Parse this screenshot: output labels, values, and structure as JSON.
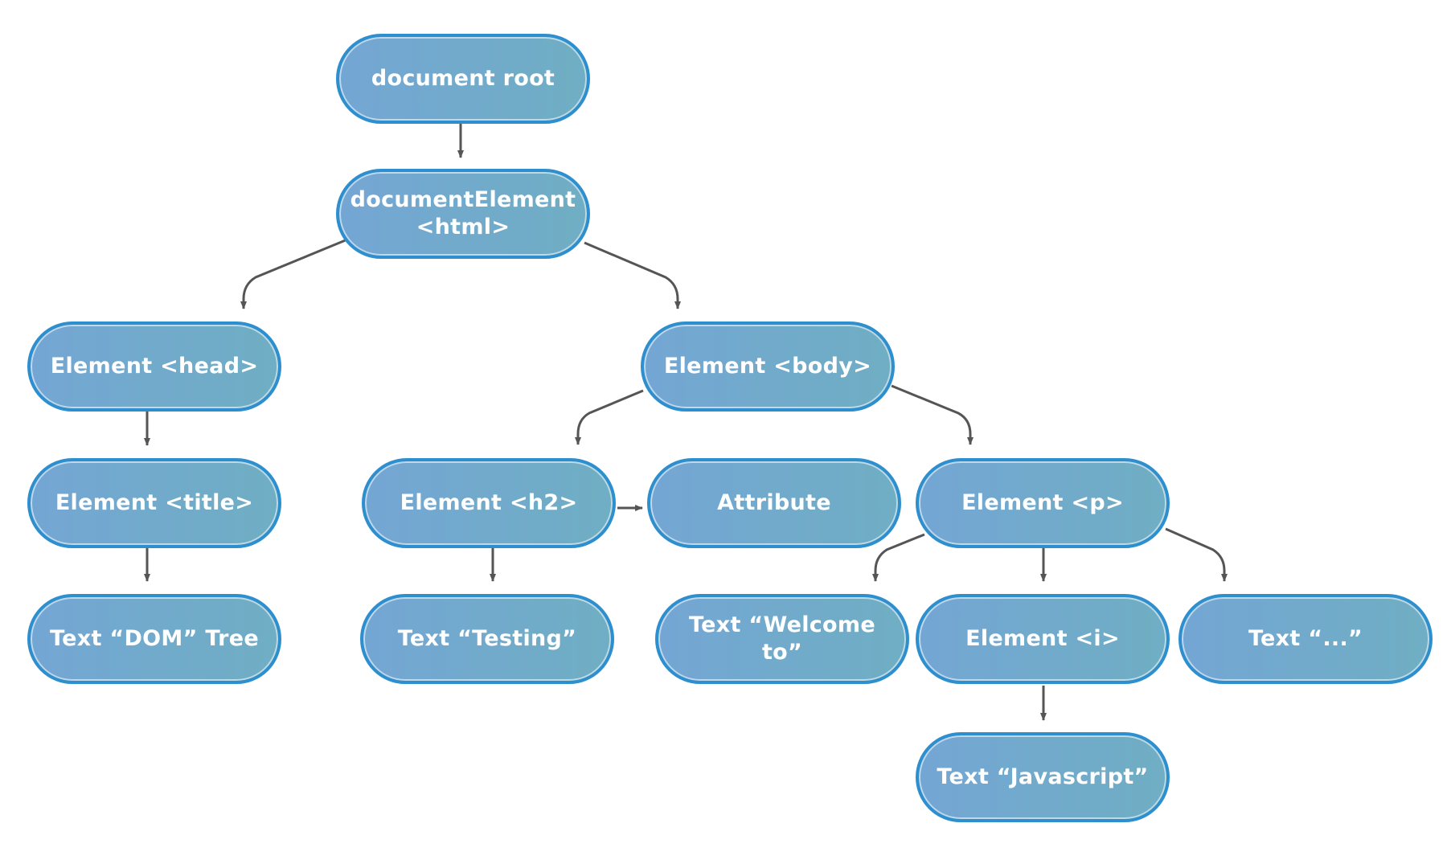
{
  "diagram": {
    "nodes": {
      "document_root": {
        "label": "document root"
      },
      "document_element": {
        "label_line1": "documentElement",
        "label_line2": "<html>"
      },
      "head": {
        "label": "Element <head>"
      },
      "body": {
        "label": "Element <body>"
      },
      "title": {
        "label": "Element <title>"
      },
      "h2": {
        "label": "Element <h2>"
      },
      "attribute": {
        "label": "Attribute"
      },
      "p": {
        "label": "Element <p>"
      },
      "text_dom_tree": {
        "label": "Text “DOM” Tree"
      },
      "text_testing": {
        "label": "Text “Testing”"
      },
      "text_welcome": {
        "label": "Text “Welcome to”"
      },
      "i": {
        "label": "Element <i>"
      },
      "text_ellipsis": {
        "label": "Text “...”"
      },
      "text_javascript": {
        "label": "Text “Javascript”"
      }
    },
    "edges": [
      {
        "from": "document_root",
        "to": "document_element"
      },
      {
        "from": "document_element",
        "to": "head"
      },
      {
        "from": "document_element",
        "to": "body"
      },
      {
        "from": "head",
        "to": "title"
      },
      {
        "from": "title",
        "to": "text_dom_tree"
      },
      {
        "from": "body",
        "to": "h2"
      },
      {
        "from": "body",
        "to": "p"
      },
      {
        "from": "h2",
        "to": "attribute"
      },
      {
        "from": "h2",
        "to": "text_testing"
      },
      {
        "from": "p",
        "to": "text_welcome"
      },
      {
        "from": "p",
        "to": "i"
      },
      {
        "from": "p",
        "to": "text_ellipsis"
      },
      {
        "from": "i",
        "to": "text_javascript"
      }
    ],
    "colors": {
      "node_border": "#2e8fcf",
      "node_fill_start": "#74a6d4",
      "node_fill_end": "#6faec3",
      "node_text": "#ffffff",
      "connector": "#555555"
    }
  }
}
